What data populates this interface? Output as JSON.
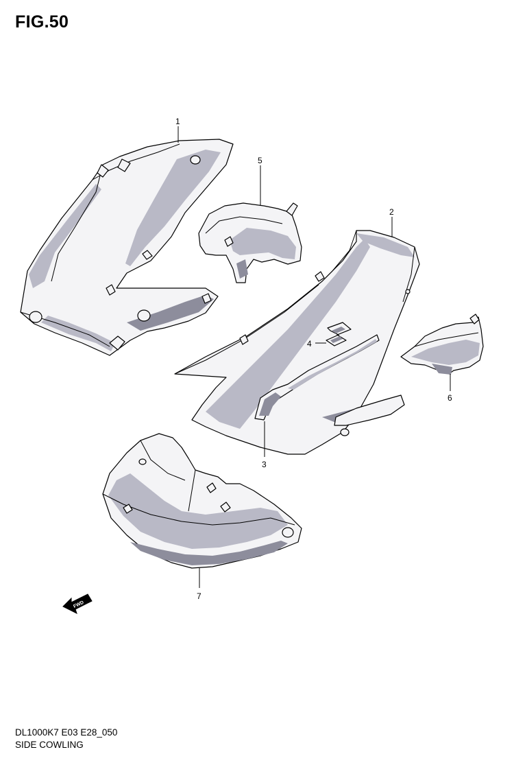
{
  "figure": {
    "title": "FIG.50",
    "model_code": "DL1000K7 E03 E28_050",
    "section_name": "SIDE COWLING"
  },
  "callouts": [
    {
      "id": "1",
      "label": "1"
    },
    {
      "id": "2",
      "label": "2"
    },
    {
      "id": "3",
      "label": "3"
    },
    {
      "id": "4",
      "label": "4"
    },
    {
      "id": "5",
      "label": "5"
    },
    {
      "id": "6",
      "label": "6"
    },
    {
      "id": "7",
      "label": "7"
    }
  ],
  "forward_arrow": {
    "label": "FWD",
    "icon": "fwd-arrow-icon"
  }
}
